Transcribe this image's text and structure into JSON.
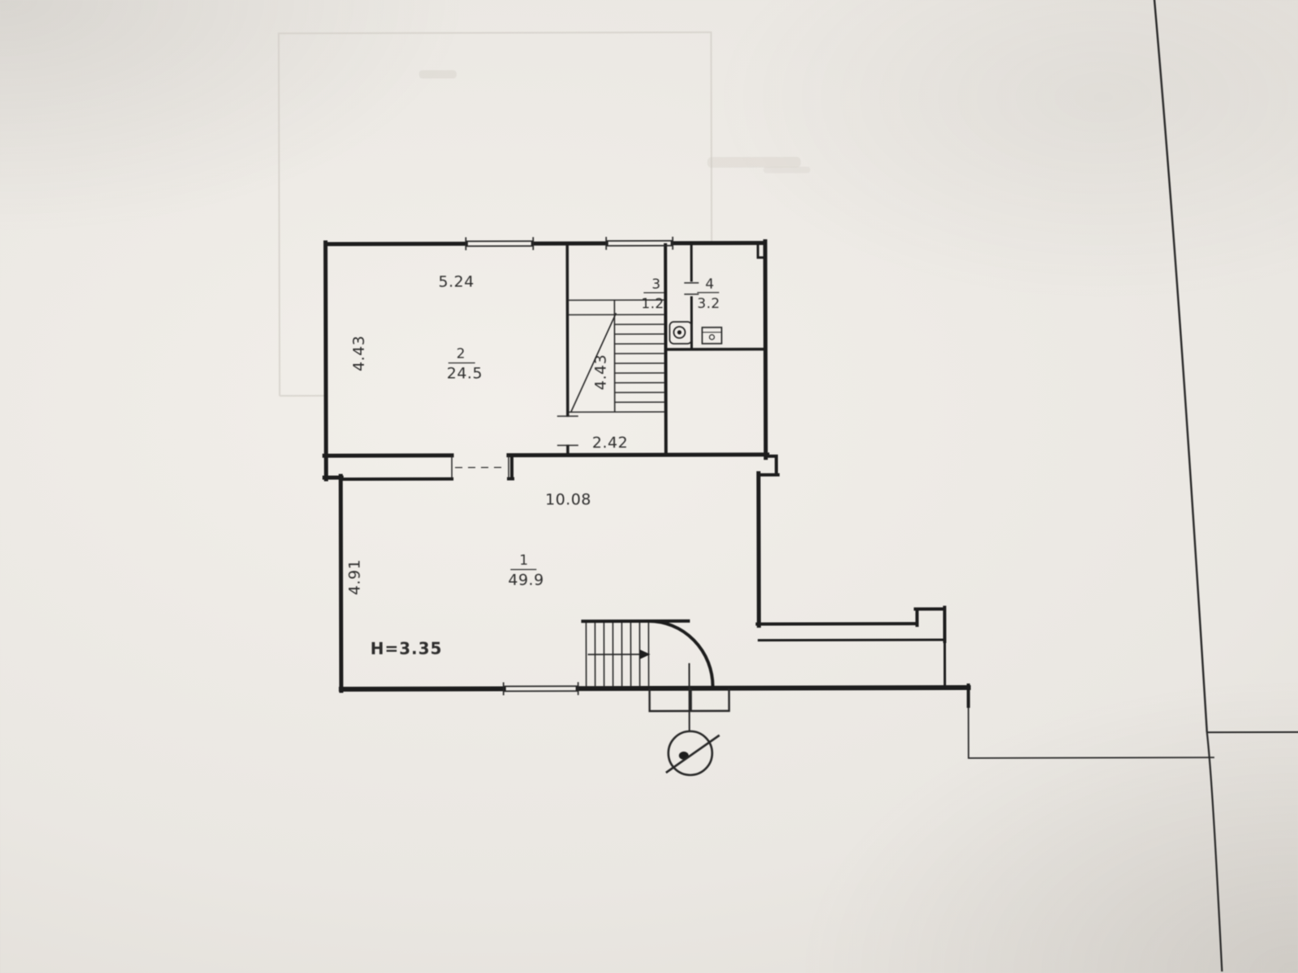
{
  "document": {
    "kind": "scanned floor plan (BTI technical drawing)",
    "colors": {
      "ink": "#212121",
      "paper": "#eae7e2",
      "ghost_line": "#cfcbc4"
    }
  },
  "rooms": [
    {
      "number": "1",
      "area": "49.9"
    },
    {
      "number": "2",
      "area": "24.5"
    },
    {
      "number": "3",
      "area": "1.2"
    },
    {
      "number": "4",
      "area": "3.2"
    }
  ],
  "dimensions": {
    "room2_width": "5.24",
    "room2_depth": "4.43",
    "stairwell_depth": "4.43",
    "hall_width": "2.42",
    "room1_width": "10.08",
    "room1_depth": "4.91",
    "height_note": "H=3.35"
  },
  "symbols": {
    "benchmark": "survey-benchmark-circle",
    "toilet": "wc-toilet",
    "sink": "washbasin",
    "stairwell": "main-staircase",
    "entrance": "entrance-steps-with-arc"
  }
}
